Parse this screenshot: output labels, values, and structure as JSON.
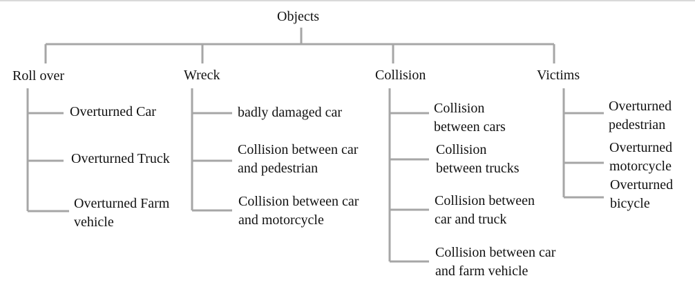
{
  "root": {
    "label": "Objects"
  },
  "categories": [
    {
      "label": "Roll over",
      "items": [
        {
          "label": "Overturned Car"
        },
        {
          "label": "Overturned Truck"
        },
        {
          "label": "Overturned Farm\nvehicle"
        }
      ]
    },
    {
      "label": "Wreck",
      "items": [
        {
          "label": "badly damaged car"
        },
        {
          "label": "Collision between car\nand pedestrian"
        },
        {
          "label": "Collision between car\nand motorcycle"
        }
      ]
    },
    {
      "label": "Collision",
      "items": [
        {
          "label": "Collision\nbetween cars"
        },
        {
          "label": "Collision\nbetween trucks"
        },
        {
          "label": "Collision between\ncar and truck"
        },
        {
          "label": "Collision between car\nand farm vehicle"
        }
      ]
    },
    {
      "label": "Victims",
      "items": [
        {
          "label": "Overturned\npedestrian"
        },
        {
          "label": "Overturned\nmotorcycle"
        },
        {
          "label": "Overturned\nbicycle"
        }
      ]
    }
  ],
  "colors": {
    "connector": "#a6a6a6",
    "text": "#111111"
  }
}
